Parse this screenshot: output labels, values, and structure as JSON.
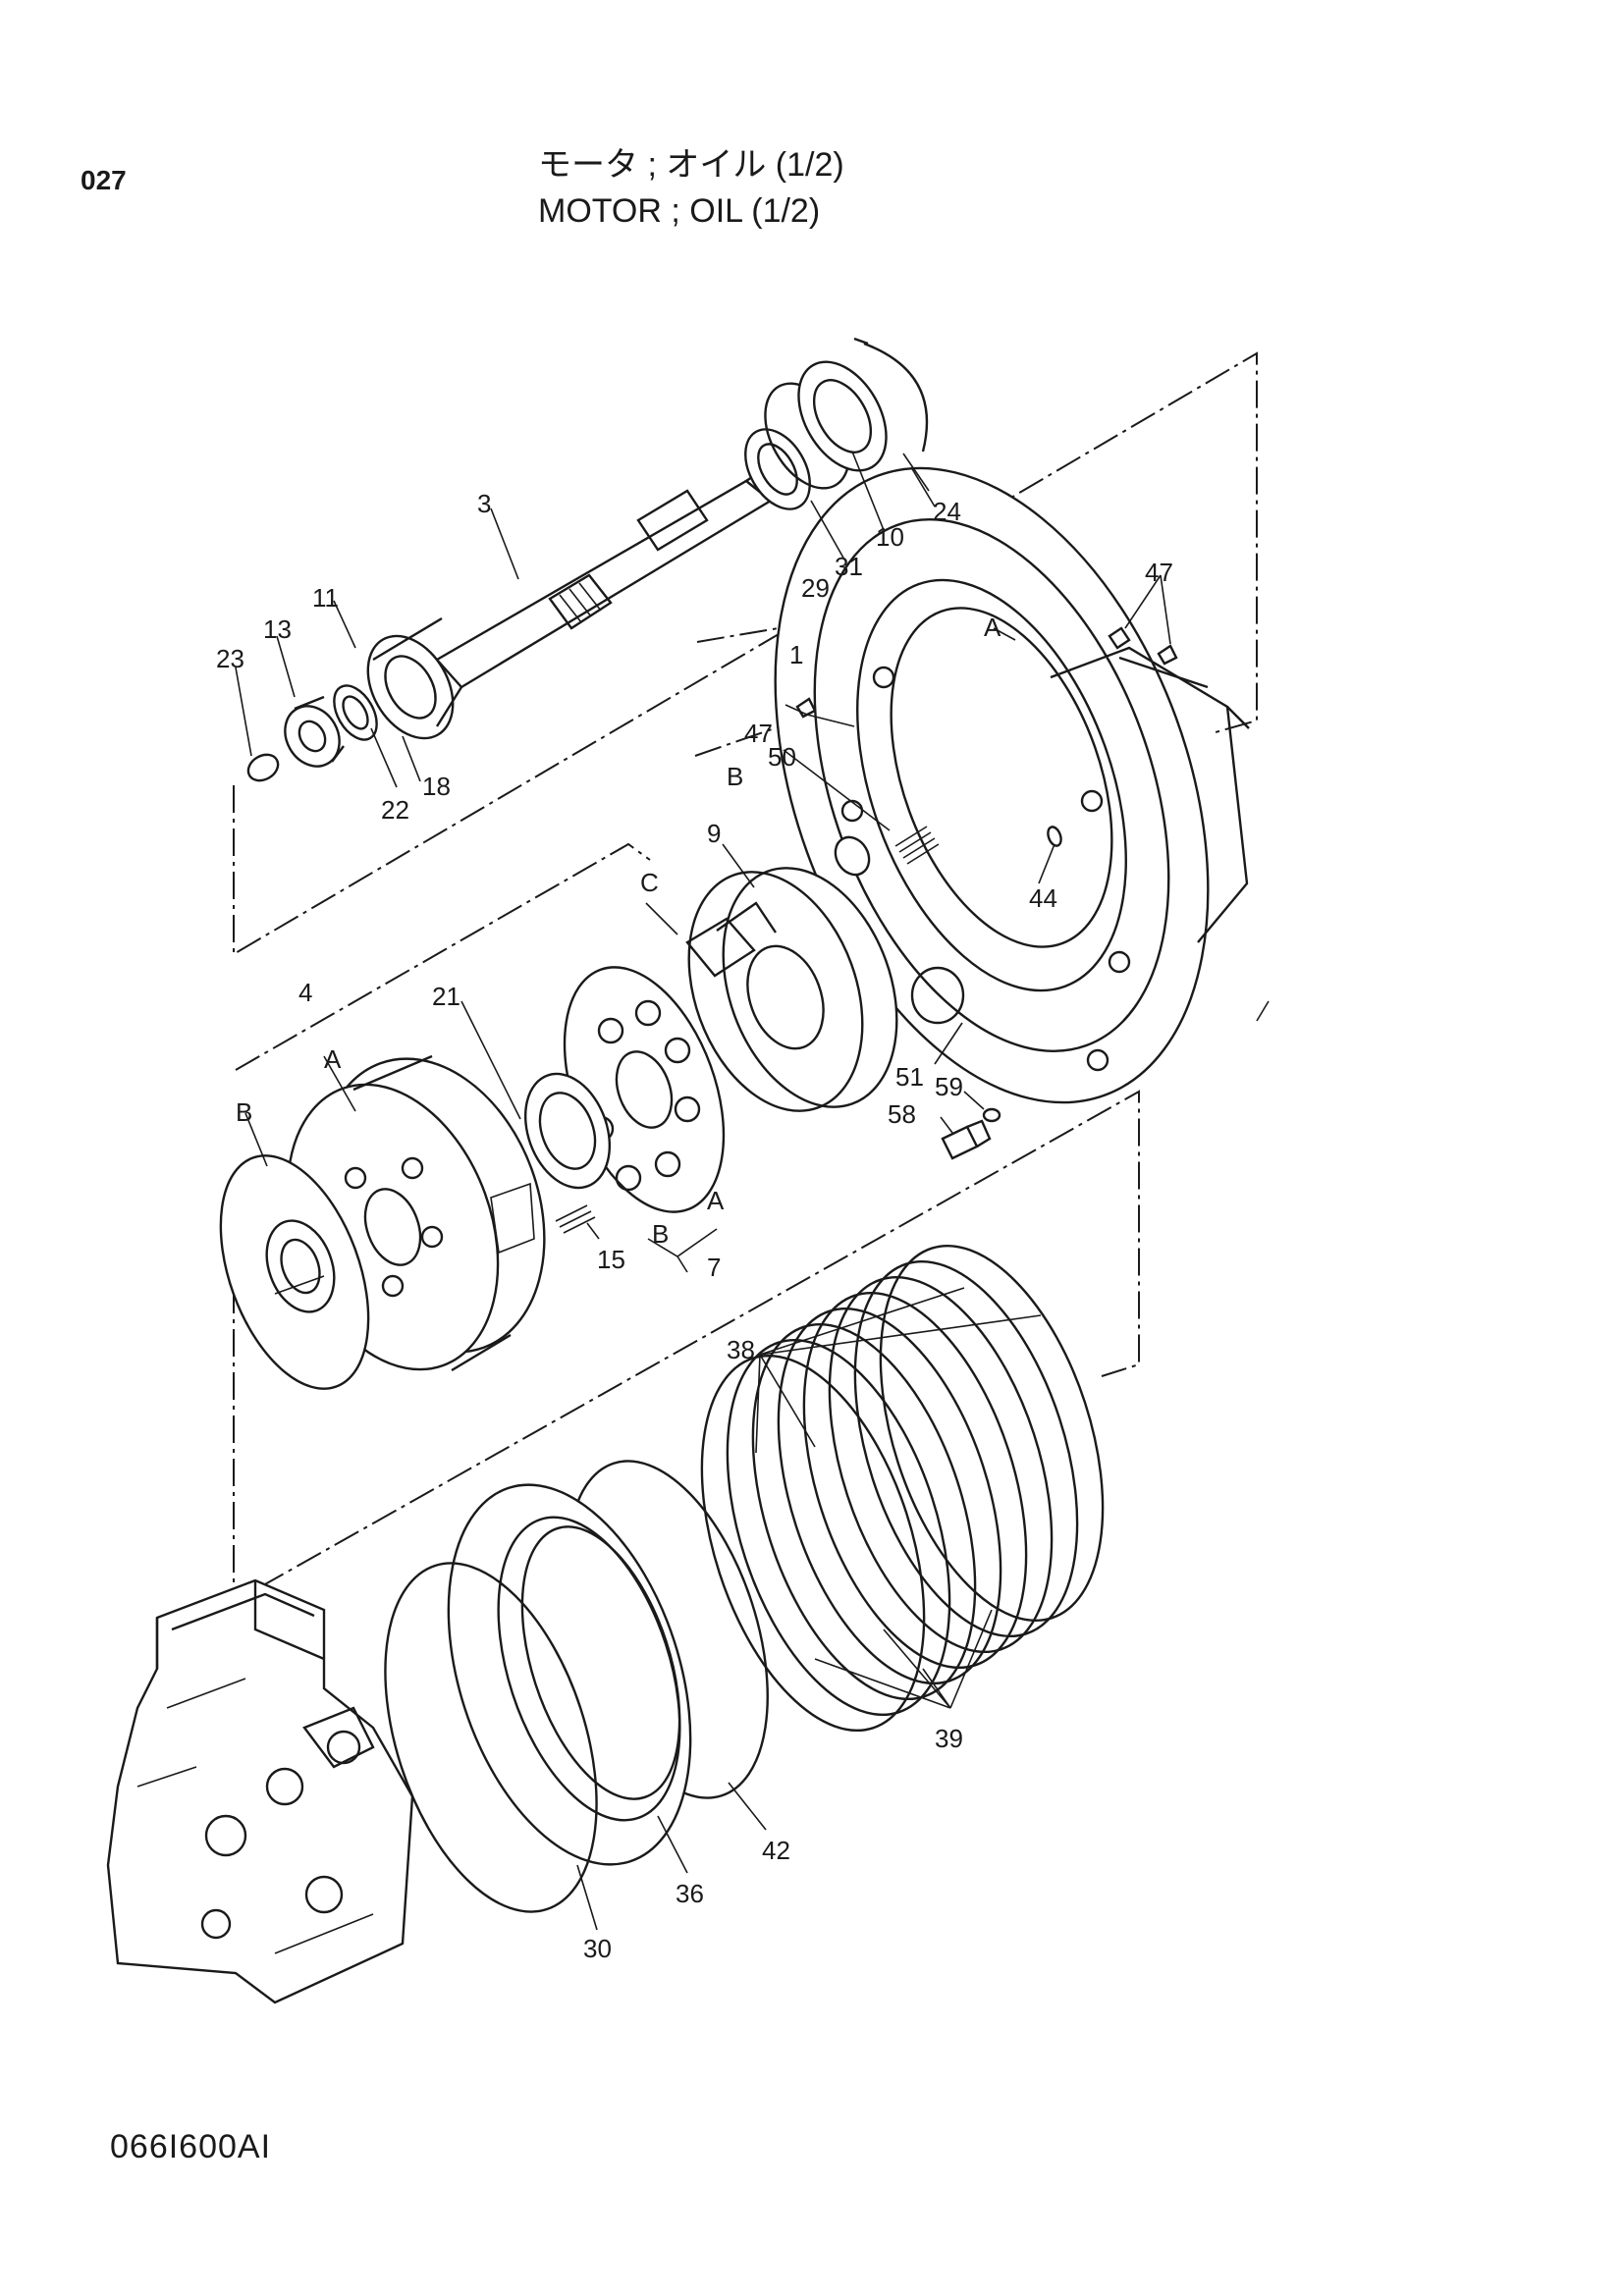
{
  "header": {
    "page_number": "027",
    "title_jp": "モータ ; オイル (1/2)",
    "title_en": "MOTOR ; OIL (1/2)"
  },
  "footer": {
    "drawing_code": "066I600AI"
  },
  "callouts": {
    "p1": "1",
    "p3": "3",
    "p4": "4",
    "p7": "7",
    "p9": "9",
    "p10": "10",
    "p11": "11",
    "p13": "13",
    "p15": "15",
    "p18": "18",
    "p21": "21",
    "p22": "22",
    "p23": "23",
    "p24": "24",
    "p29": "29",
    "p30": "30",
    "p31": "31",
    "p36": "36",
    "p38": "38",
    "p39": "39",
    "p42": "42",
    "p44": "44",
    "p47a": "47",
    "p47b": "47",
    "p50": "50",
    "p51": "51",
    "p58": "58",
    "p59": "59"
  },
  "refs": {
    "a1": "A",
    "a2": "A",
    "a3": "A",
    "b1": "B",
    "b2": "B",
    "b3": "B",
    "c1": "C"
  }
}
